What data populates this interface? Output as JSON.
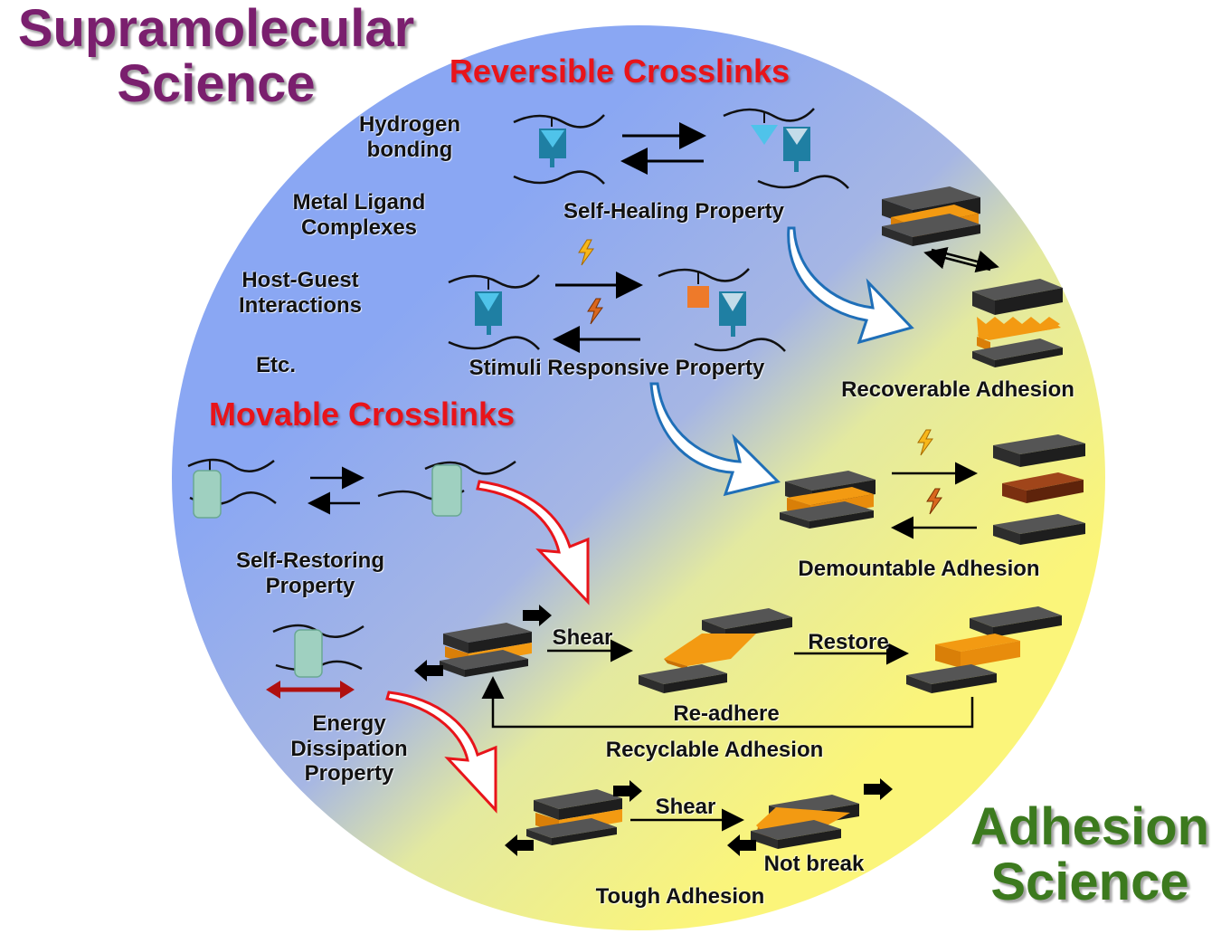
{
  "corner_titles": {
    "supramolecular": [
      "Supramolecular",
      "Science"
    ],
    "adhesion": [
      "Adhesion",
      "Science"
    ]
  },
  "sections": {
    "reversible": "Reversible Crosslinks",
    "movable": "Movable Crosslinks"
  },
  "interactions": {
    "hydrogen": [
      "Hydrogen",
      "bonding"
    ],
    "metal": [
      "Metal Ligand",
      "Complexes"
    ],
    "host_guest": [
      "Host-Guest",
      "Interactions"
    ],
    "etc": "Etc."
  },
  "properties": {
    "self_healing": "Self-Healing Property",
    "stimuli": "Stimuli Responsive Property",
    "self_restoring": [
      "Self-Restoring",
      "Property"
    ],
    "energy": [
      "Energy",
      "Dissipation",
      "Property"
    ]
  },
  "adhesion_types": {
    "recoverable": "Recoverable Adhesion",
    "demountable": "Demountable Adhesion",
    "recyclable": "Recyclable Adhesion",
    "tough": "Tough Adhesion"
  },
  "process_labels": {
    "shear_1": "Shear",
    "restore": "Restore",
    "readhere": "Re-adhere",
    "shear_2": "Shear",
    "not_break": "Not break"
  },
  "colors": {
    "circle_top": "#8fa9f0",
    "circle_bottom": "#f8f58a",
    "supramolecular": "#7a1f6e",
    "adhesion": "#3c7a1e",
    "section_red": "#e8141a",
    "plate_dark": "#2d2d2d",
    "adhesive_orange": "#f39a12",
    "receptor_teal": "#1f7fa3",
    "guest_cyan": "#4fc3ea",
    "guest_orange": "#ee7a2a",
    "ring_green": "#9fd0c0",
    "plate_brown": "#7a2f10"
  },
  "icons": [
    "lightning-icon",
    "curved-arrow-icon",
    "equilibrium-arrows-icon"
  ]
}
